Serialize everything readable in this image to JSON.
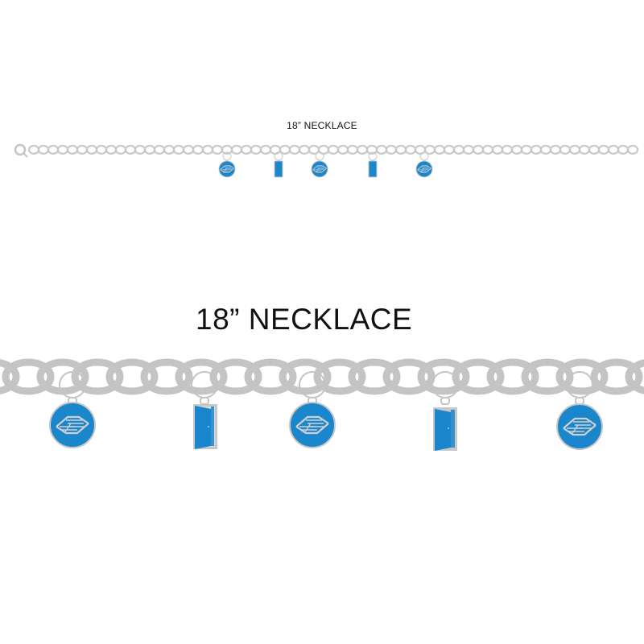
{
  "small_necklace": {
    "title": "18” NECKLACE",
    "charms": [
      "medallion",
      "door",
      "medallion",
      "door",
      "medallion"
    ]
  },
  "large_necklace": {
    "title": "18” NECKLACE",
    "charms": [
      "medallion",
      "door",
      "medallion",
      "door",
      "medallion"
    ]
  },
  "colors": {
    "chain": "#c4c4c4",
    "charm_blue": "#1a86cc",
    "charm_trim": "#c8c8c8",
    "text": "#111111"
  }
}
